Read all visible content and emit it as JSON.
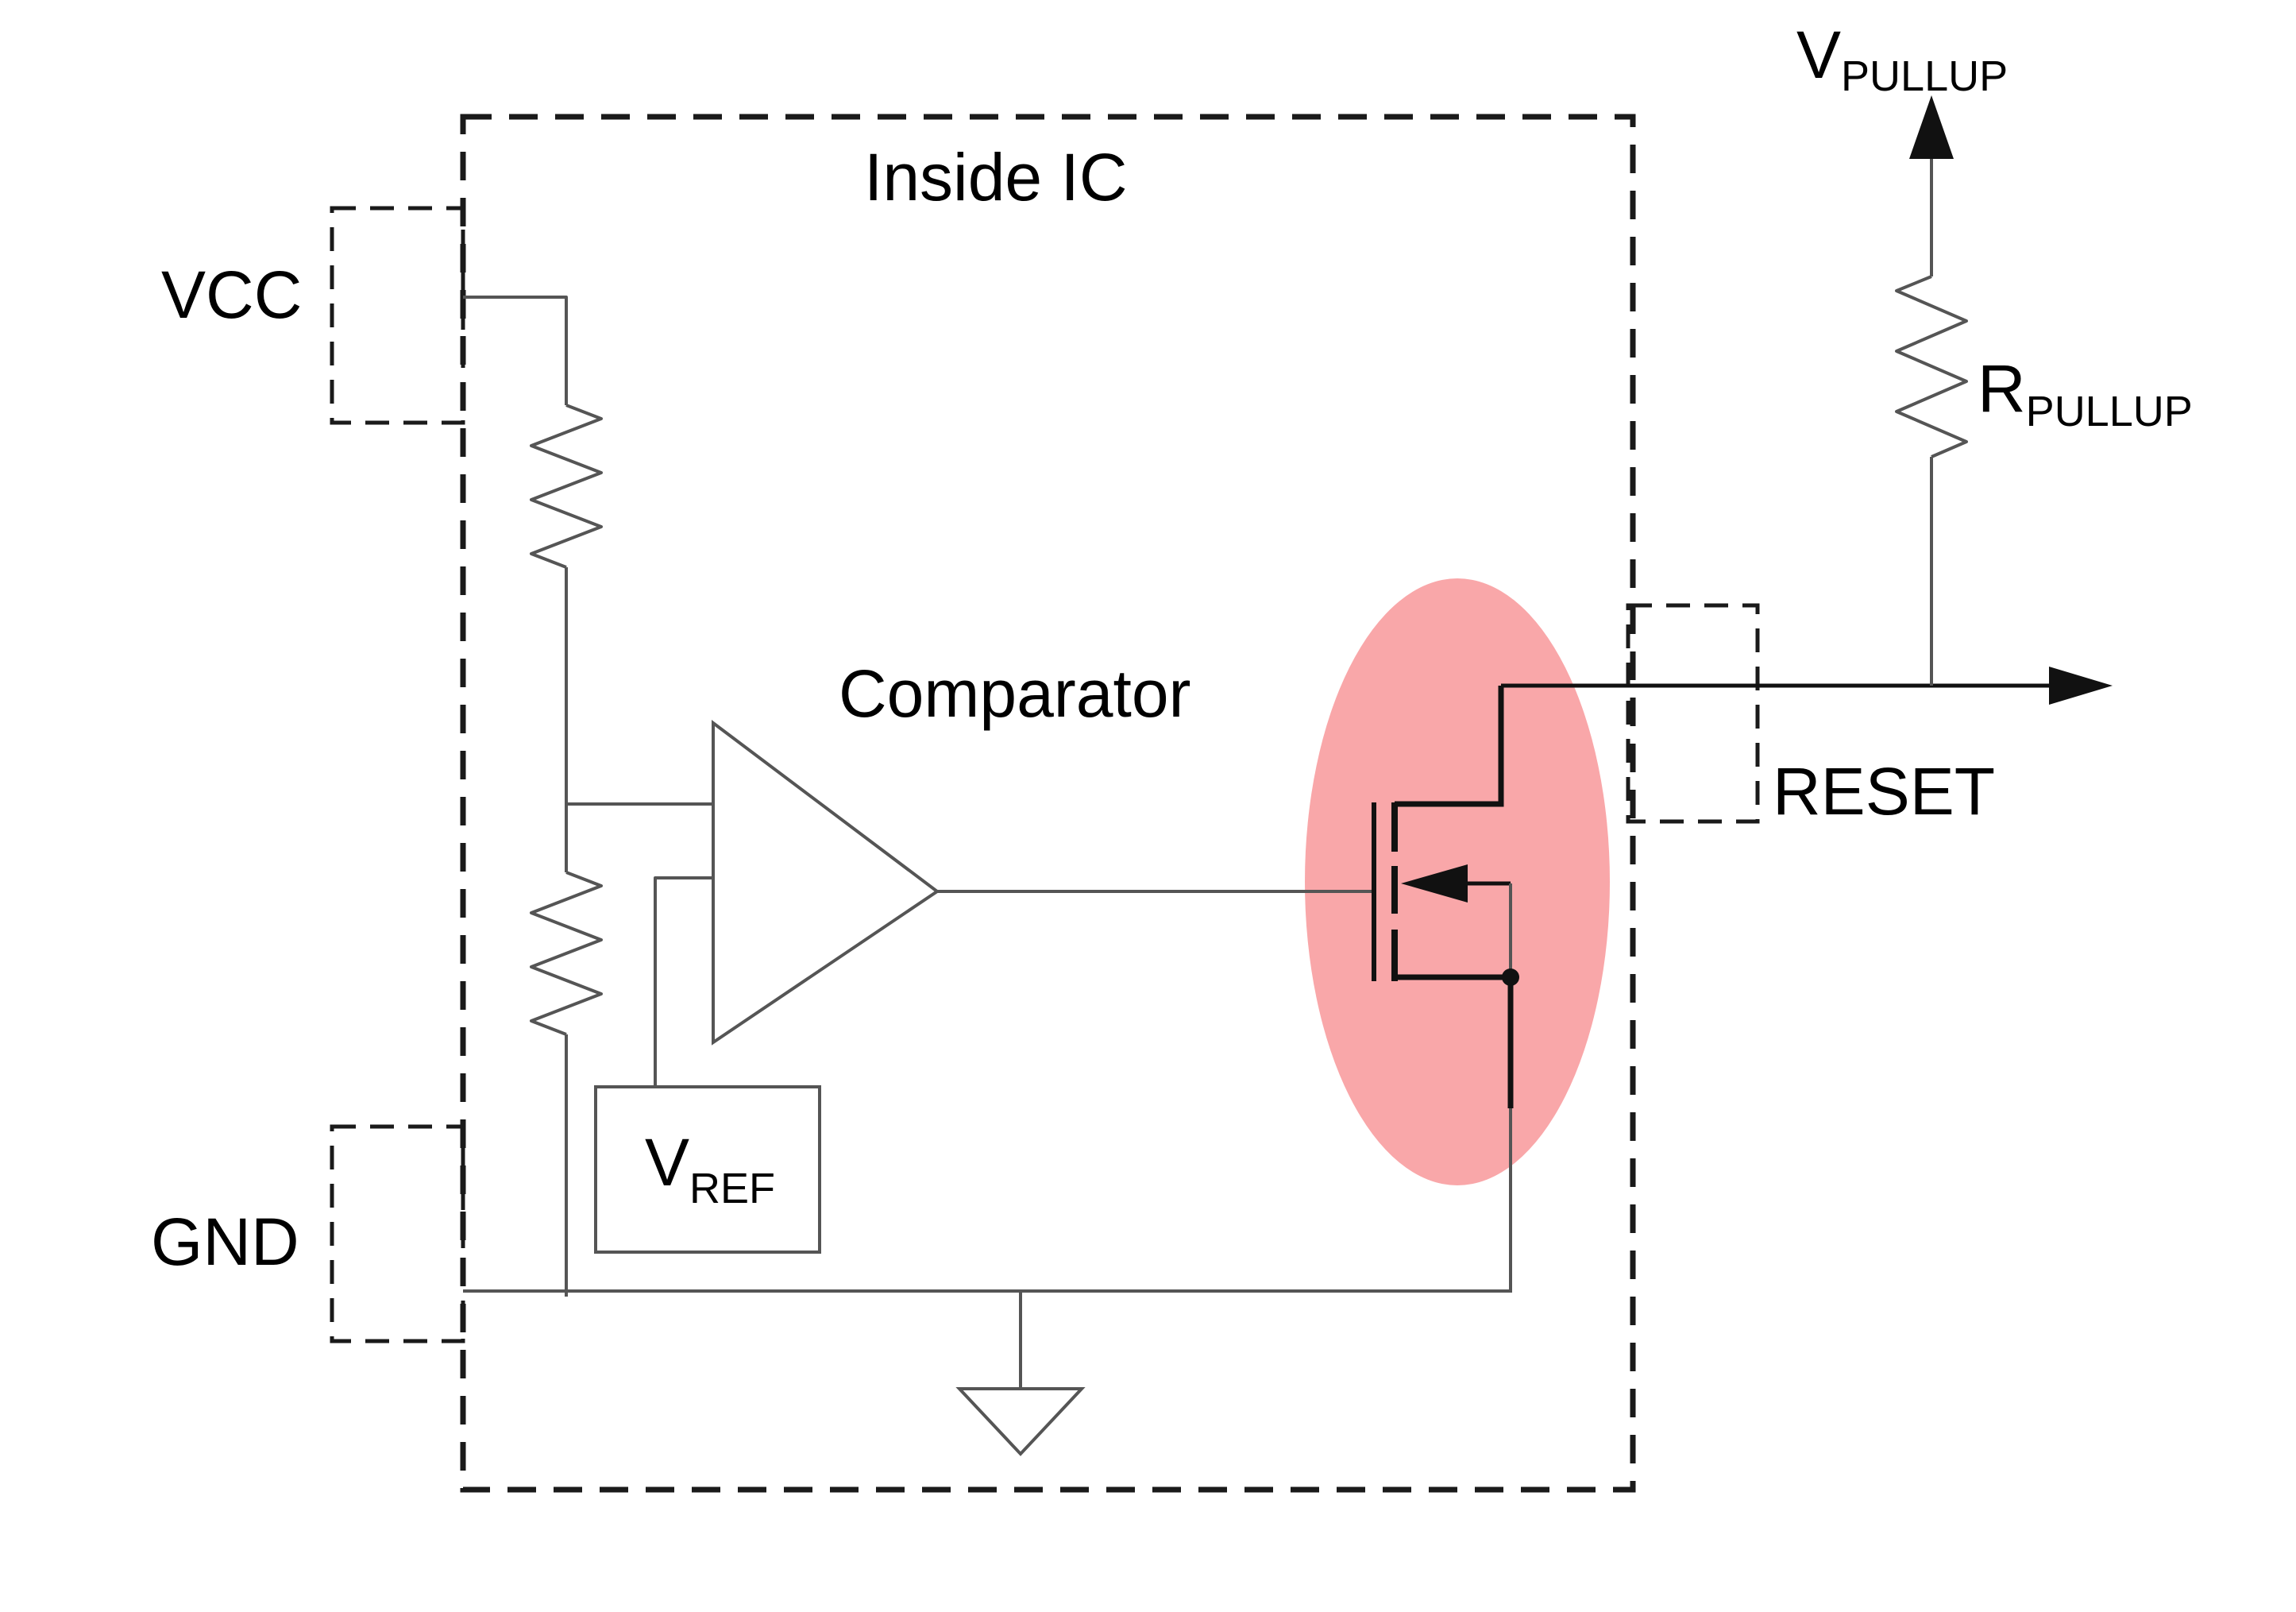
{
  "diagram": {
    "ic_label": "Inside IC",
    "comparator_label": "Comparator",
    "pins": {
      "vcc": "VCC",
      "gnd": "GND",
      "reset": "RESET"
    },
    "vref": {
      "main": "V",
      "sub": "REF"
    },
    "vpullup": {
      "main": "V",
      "sub": "PULLUP"
    },
    "rpullup": {
      "main": "R",
      "sub": "PULLUP"
    },
    "colors": {
      "wire": "#555555",
      "border": "#1a1a1a",
      "highlight": "#f9a7a9",
      "text": "#000000"
    }
  }
}
